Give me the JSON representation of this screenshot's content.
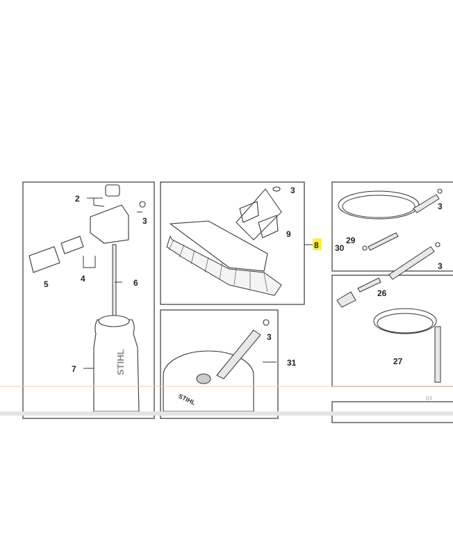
{
  "page_indicator": "1|3",
  "highlight_color": "#ffee44",
  "brand": "STIHL",
  "callouts": {
    "foam_2": "2",
    "foam_3": "3",
    "foam_4": "4",
    "foam_5": "5",
    "foam_6": "6",
    "foam_7": "7",
    "brush_3": "3",
    "brush_9": "9",
    "brush_8": "8",
    "cleaner_3": "3",
    "cleaner_31": "31",
    "hose_3a": "3",
    "hose_29": "29",
    "hose_30": "30",
    "hose_3b": "3",
    "hose_26": "26",
    "hose_27": "27"
  }
}
